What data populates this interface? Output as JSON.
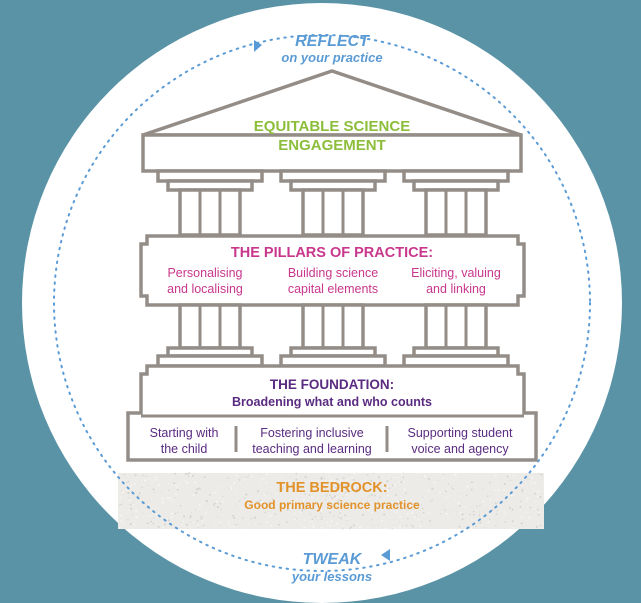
{
  "colors": {
    "frame_bg": "#5a93a6",
    "circle": "#ffffff",
    "outline": "#948d87",
    "cycle_blue": "#5b9bd5",
    "green": "#8cbe3c",
    "magenta": "#c8378c",
    "purple": "#5a2b80",
    "orange": "#e2922a",
    "bedrock_fill": "#ecebe8"
  },
  "reflect": {
    "title": "REFLECT",
    "subtitle": "on your practice"
  },
  "tweak": {
    "title": "TWEAK",
    "subtitle": "your lessons"
  },
  "roof": {
    "line1": "EQUITABLE SCIENCE",
    "line2": "ENGAGEMENT"
  },
  "pillars": {
    "title": "THE PILLARS OF PRACTICE:",
    "items": [
      {
        "line1": "Personalising",
        "line2": "and localising"
      },
      {
        "line1": "Building science",
        "line2": "capital elements"
      },
      {
        "line1": "Eliciting, valuing",
        "line2": "and linking"
      }
    ]
  },
  "foundation": {
    "title": "THE FOUNDATION:",
    "subtitle": "Broadening what and who counts",
    "items": [
      {
        "line1": "Starting with",
        "line2": "the child"
      },
      {
        "line1": "Fostering inclusive",
        "line2": "teaching and learning"
      },
      {
        "line1": "Supporting student",
        "line2": "voice and agency"
      }
    ]
  },
  "bedrock": {
    "title": "THE BEDROCK:",
    "subtitle": "Good primary science practice"
  }
}
